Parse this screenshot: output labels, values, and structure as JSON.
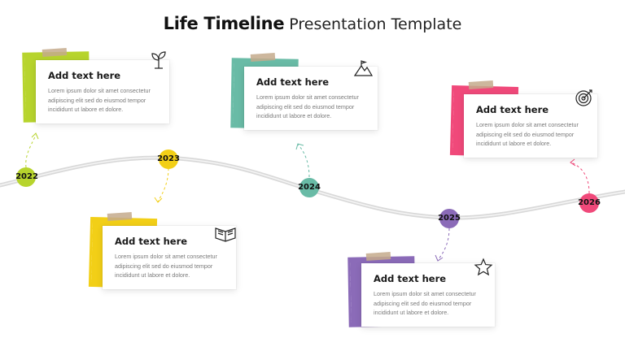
{
  "title": {
    "bold": "Life Timeline",
    "light": "Presentation Template"
  },
  "colors": {
    "green": "#b7d42d",
    "yellow": "#f2cf17",
    "teal": "#69bba6",
    "purple": "#8b6bb8",
    "pink": "#f0497a",
    "road": "#d8d8d8"
  },
  "milestones": [
    {
      "year": "2022"
    },
    {
      "year": "2023"
    },
    {
      "year": "2024"
    },
    {
      "year": "2025"
    },
    {
      "year": "2026"
    }
  ],
  "cards": [
    {
      "heading": "Add text here",
      "body": "Lorem ipsum dolor sit amet consectetur adipiscing elit sed do eiusmod tempor incididunt ut labore et dolore.",
      "icon": "plant-icon"
    },
    {
      "heading": "Add text here",
      "body": "Lorem ipsum dolor sit amet consectetur adipiscing elit sed do eiusmod tempor incididunt ut labore et dolore.",
      "icon": "book-icon"
    },
    {
      "heading": "Add text here",
      "body": "Lorem ipsum dolor sit amet consectetur adipiscing elit sed do eiusmod tempor incididunt ut labore et dolore.",
      "icon": "mountain-flag-icon"
    },
    {
      "heading": "Add text here",
      "body": "Lorem ipsum dolor sit amet consectetur adipiscing elit sed do eiusmod tempor incididunt ut labore et dolore.",
      "icon": "star-icon"
    },
    {
      "heading": "Add text here",
      "body": "Lorem ipsum dolor sit amet consectetur adipiscing elit sed do eiusmod tempor incididunt ut labore et dolore.",
      "icon": "target-icon"
    }
  ]
}
